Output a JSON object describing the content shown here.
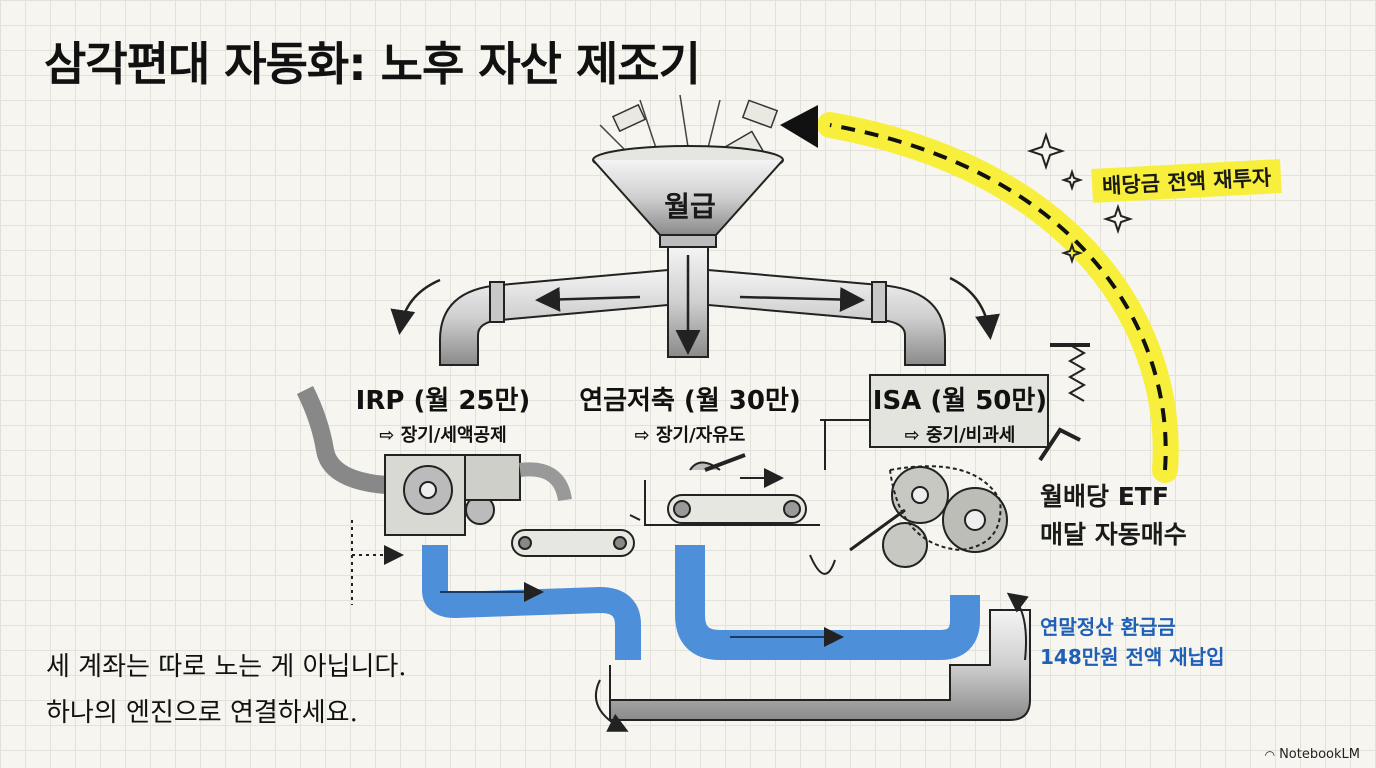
{
  "title": "삼각편대 자동화: 노후 자산 제조기",
  "funnel": {
    "label": "월급"
  },
  "accounts": [
    {
      "name": "IRP (월 25만)",
      "desc": "⇨ 장기/세액공제"
    },
    {
      "name": "연금저축 (월 30만)",
      "desc": "⇨ 장기/자유도"
    },
    {
      "name": "ISA (월 50만)",
      "desc": "⇨ 중기/비과세"
    }
  ],
  "etf": {
    "line1": "월배당 ETF",
    "line2": "매달 자동매수"
  },
  "reinvest": {
    "label": "배당금 전액 재투자"
  },
  "refund": {
    "line1": "연말정산 환급금",
    "line2": "148만원 전액 재납입"
  },
  "footer": {
    "line1": "세 계좌는 따로 노는 게 아닙니다.",
    "line2": "하나의 엔진으로 연결하세요."
  },
  "brand": {
    "name": "NotebookLM"
  },
  "colors": {
    "reinvest_highlight": "#f8ef3d",
    "refund_pipe": "#4d8fd9",
    "refund_text": "#1f5fb5"
  }
}
